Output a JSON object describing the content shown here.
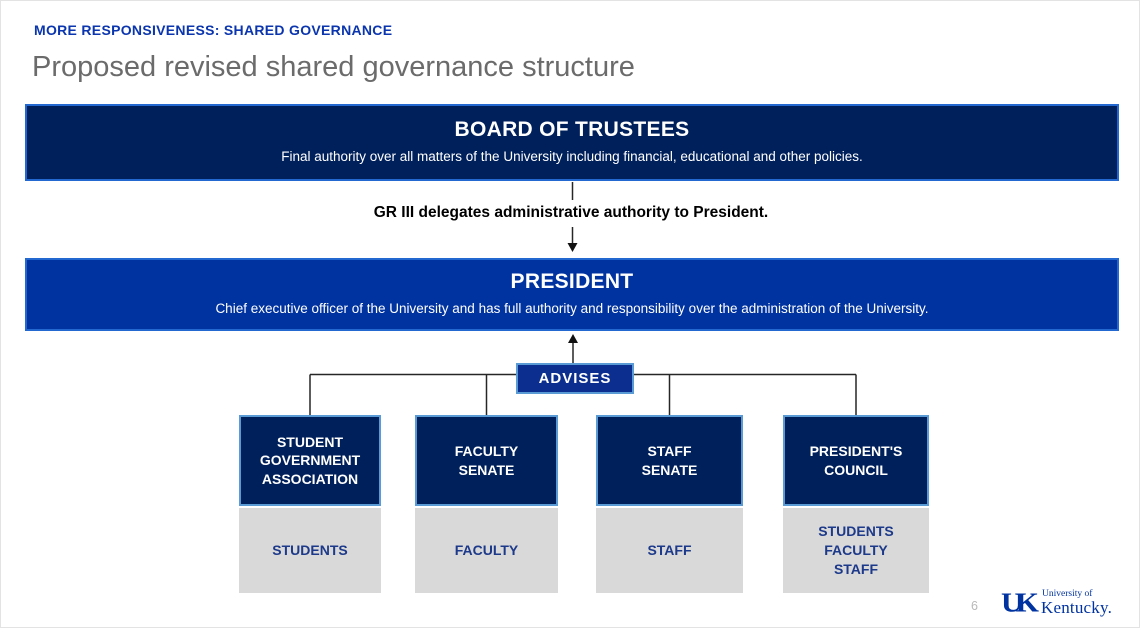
{
  "slide": {
    "eyebrow": "MORE RESPONSIVENESS: SHARED GOVERNANCE",
    "title": "Proposed revised shared governance structure",
    "page_number": "6"
  },
  "board": {
    "title": "BOARD OF TRUSTEES",
    "description": "Final authority over all matters of the University including financial, educational and other policies."
  },
  "delegation_note": "GR III delegates administrative authority to President.",
  "president": {
    "title": "PRESIDENT",
    "description": "Chief executive officer of the University and has full authority and responsibility over the administration of the University."
  },
  "advises_label": "ADVISES",
  "advisory_bodies": [
    {
      "name": "STUDENT\nGOVERNMENT\nASSOCIATION",
      "constituency": "STUDENTS"
    },
    {
      "name": "FACULTY\nSENATE",
      "constituency": "FACULTY"
    },
    {
      "name": "STAFF\nSENATE",
      "constituency": "STAFF"
    },
    {
      "name": "PRESIDENT'S\nCOUNCIL",
      "constituency": "STUDENTS\nFACULTY\nSTAFF"
    }
  ],
  "logo": {
    "monogram": "UK",
    "line1": "University of",
    "line2": "Kentucky."
  },
  "colors": {
    "brand_blue": "#0033A0",
    "dark_navy": "#00205B",
    "advises_fill": "#0c2e8e",
    "wide_box_border": "#2368d1",
    "small_box_border": "#5b9bd5",
    "constituency_gray": "#d9d9d9",
    "constituency_text": "#1c398a",
    "title_gray": "#6b6b6b",
    "connector_black": "#262626"
  }
}
